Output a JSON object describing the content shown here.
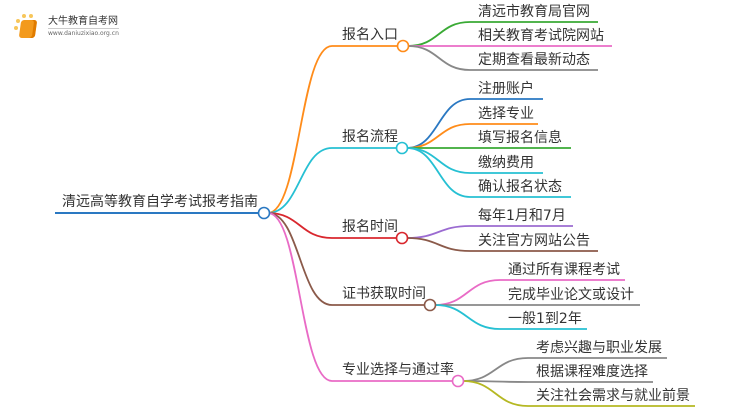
{
  "logo": {
    "title": "大牛教育自考网",
    "url": "www.daniuzixiao.org.cn"
  },
  "root": {
    "label": "清远高等教育自学考试报考指南",
    "color": "#2a78c2"
  },
  "branches": [
    {
      "label": "报名入口",
      "color": "#ff8c1a",
      "children": [
        {
          "label": "清远市教育局官网",
          "color": "#3aaa35"
        },
        {
          "label": "相关教育考试院网站",
          "color": "#e96bc6"
        },
        {
          "label": "定期查看最新动态",
          "color": "#888888"
        }
      ]
    },
    {
      "label": "报名流程",
      "color": "#26c0d3",
      "children": [
        {
          "label": "注册账户",
          "color": "#2a78c2"
        },
        {
          "label": "选择专业",
          "color": "#ff8c1a"
        },
        {
          "label": "填写报名信息",
          "color": "#3aaa35"
        },
        {
          "label": "缴纳费用",
          "color": "#26c0d3"
        },
        {
          "label": "确认报名状态",
          "color": "#26c0d3"
        }
      ]
    },
    {
      "label": "报名时间",
      "color": "#d9272e",
      "children": [
        {
          "label": "每年1月和7月",
          "color": "#9b6bd1"
        },
        {
          "label": "关注官方网站公告",
          "color": "#8b5a4a"
        }
      ]
    },
    {
      "label": "证书获取时间",
      "color": "#8b5a4a",
      "children": [
        {
          "label": "通过所有课程考试",
          "color": "#e96bc6"
        },
        {
          "label": "完成毕业论文或设计",
          "color": "#888888"
        },
        {
          "label": "一般1到2年",
          "color": "#26c0d3"
        }
      ]
    },
    {
      "label": "专业选择与通过率",
      "color": "#e96bc6",
      "children": [
        {
          "label": "考虑兴趣与职业发展",
          "color": "#888888"
        },
        {
          "label": "根据课程难度选择",
          "color": "#888888"
        },
        {
          "label": "关注社会需求与就业前景",
          "color": "#b5b823"
        }
      ]
    }
  ]
}
